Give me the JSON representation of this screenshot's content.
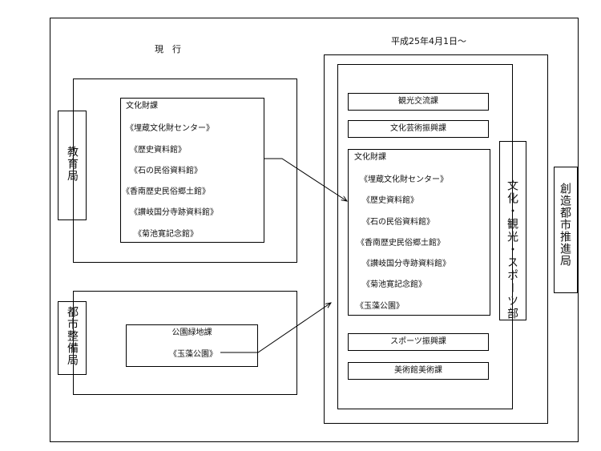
{
  "headers": {
    "current": "現　行",
    "future": "平成25年4月1日～"
  },
  "left": {
    "kyoiku": {
      "label": "教育局",
      "section": "文化財課",
      "items": [
        "《埋蔵文化財センター》",
        "《歴史資料館》",
        "《石の民俗資料館》",
        "《香南歴史民俗郷土館》",
        "《讃岐国分寺跡資料館》",
        "《菊池寛記念館》"
      ]
    },
    "toshi": {
      "label": "都市整備局",
      "section": "公園緑地課",
      "items": [
        "《玉藻公園》"
      ]
    }
  },
  "right": {
    "outer_label": "創造都市推進局",
    "dept_label": "文化・観光・スポーツ部",
    "sections_top": [
      "観光交流課",
      "文化芸術振興課"
    ],
    "bunka": {
      "section": "文化財課",
      "items": [
        "《埋蔵文化財センター》",
        "《歴史資料館》",
        "《石の民俗資料館》",
        "《香南歴史民俗郷土館》",
        "《讃岐国分寺跡資料館》",
        "《菊池寛記念館》",
        "《玉藻公園》"
      ]
    },
    "sections_bottom": [
      "スポーツ振興課",
      "美術館美術課"
    ]
  }
}
